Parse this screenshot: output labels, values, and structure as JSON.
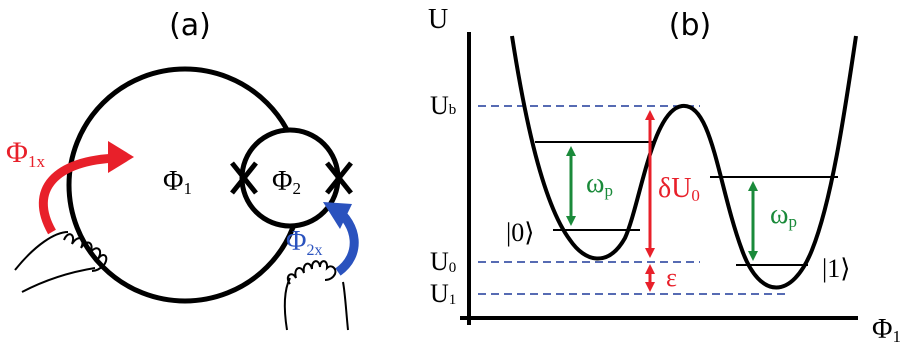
{
  "panel_a": {
    "label": "(a)",
    "loop_flux": "Φ",
    "loop_flux_sub": "1",
    "small_loop_flux": "Φ",
    "small_loop_flux_sub": "2",
    "ext_flux_1": "Φ",
    "ext_flux_1_sub": "1x",
    "ext_flux_2": "Φ",
    "ext_flux_2_sub": "2x"
  },
  "panel_b": {
    "label": "(b)",
    "y_axis": "U",
    "x_axis": "Φ",
    "x_axis_sub": "1",
    "level_ub": "U",
    "level_ub_sub": "b",
    "level_u0": "U",
    "level_u0_sub": "0",
    "level_u1": "U",
    "level_u1_sub": "1",
    "omega_left": "ω",
    "omega_left_sub": "p",
    "omega_right": "ω",
    "omega_right_sub": "p",
    "delta_u": "δU",
    "delta_u_sub": "0",
    "epsilon": "ε",
    "state_0": "|0⟩",
    "state_1": "|1⟩"
  },
  "colors": {
    "red": "#e8202a",
    "blue": "#2a52be",
    "green": "#1a8a3a",
    "dashed": "#1e3a9a",
    "ink": "#000000"
  }
}
